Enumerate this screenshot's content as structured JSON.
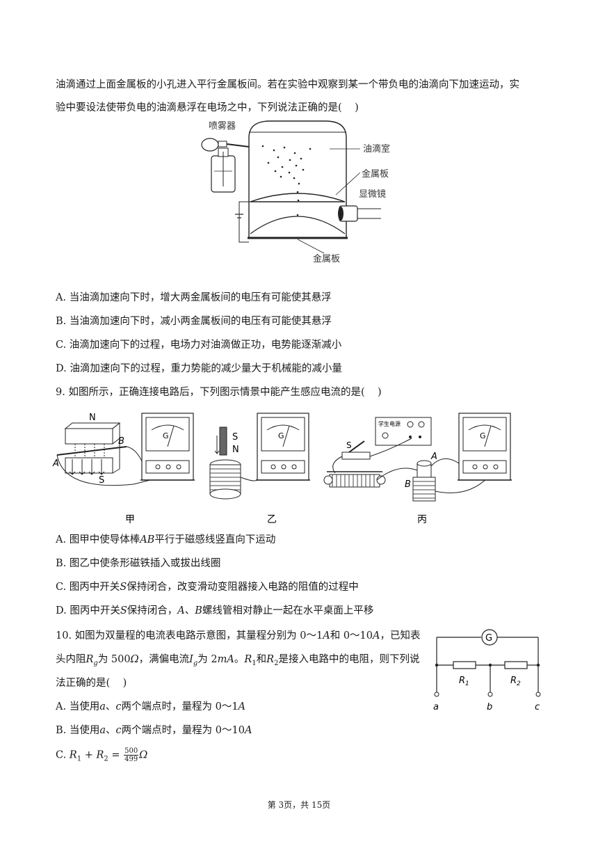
{
  "q8": {
    "stem_line1": "油滴通过上面金属板的小孔进入平行金属板间。若在实验中观察到某一个带负电的油滴向下加速运动，实",
    "stem_line2": "验中要设法使带负电的油滴悬浮在电场之中，下列说法正确的是(    )",
    "figure_labels": {
      "sprayer": "喷雾器",
      "chamber": "油滴室",
      "plate_top": "金属板",
      "microscope": "显微镜",
      "plate_bottom": "金属板"
    },
    "options": [
      "A. 当油滴加速向下时，增大两金属板间的电压有可能使其悬浮",
      "B. 当油滴加速向下时，减小两金属板间的电压有可能使其悬浮",
      "C. 油滴加速向下的过程，电场力对油滴做正功，电势能逐渐减小",
      "D. 油滴加速向下的过程，重力势能的减少量大于机械能的减小量"
    ]
  },
  "q9": {
    "stem": "9. 如图所示，正确连接电路后，下列图示情景中能产生感应电流的是(    )",
    "figure_labels": {
      "jia": "甲",
      "yi": "乙",
      "bing": "丙",
      "N": "N",
      "S": "S",
      "A": "A",
      "B": "B",
      "G": "G",
      "power_supply": "学生电源",
      "switch": "S"
    },
    "optA": {
      "pre": "A. 图甲中使导体棒",
      "var": "AB",
      "post": "平行于磁感线竖直向下运动"
    },
    "optB": "B. 图乙中使条形磁铁插入或拔出线圈",
    "optC": {
      "pre": "C. 图丙中开关",
      "var": "S",
      "post": "保持闭合，改变滑动变阻器接入电路的阻值的过程中"
    },
    "optD": {
      "pre": "D. 图丙中开关",
      "var1": "S",
      "mid1": "保持闭合，",
      "var2": "A",
      "mid2": "、",
      "var3": "B",
      "post": "螺线管相对静止一起在水平桌面上平移"
    }
  },
  "q10": {
    "l1_pre": "10. 如图为双量程的电流表电路示意图，其量程分别为 0～1",
    "l1_A1": "A",
    "l1_mid": "和 0～10",
    "l1_A2": "A",
    "l1_post": "，已知表",
    "l2_pre": "头内阻",
    "l2_R": "R",
    "l2_Rsub": "g",
    "l2_mid": "为 500",
    "l2_ohm": "Ω",
    "l2_mid2": "，满偏电流",
    "l2_I": "I",
    "l2_Isub": "g",
    "l2_mid3": "为 2",
    "l2_mA": "mA",
    "l2_mid4": "。",
    "l2_R1": "R",
    "l2_R1sub": "1",
    "l2_and": "和",
    "l2_R2": "R",
    "l2_R2sub": "2",
    "l2_post": "是接入电路中的电阻，则下列说",
    "l3": "法正确的是(    )",
    "optA": {
      "pre": "A. 当使用",
      "a": "a",
      "sep": "、",
      "c": "c",
      "mid": "两个端点时，量程为 0～1",
      "unit": "A"
    },
    "optB": {
      "pre": "B. 当使用",
      "a": "a",
      "sep": "、",
      "c": "c",
      "mid": "两个端点时，量程为 0～10",
      "unit": "A"
    },
    "optC": {
      "pre": "C. ",
      "R1": "R",
      "R1sub": "1",
      "plus": " + ",
      "R2": "R",
      "R2sub": "2",
      "eq": " = ",
      "num": "500",
      "den": "499",
      "unit": "Ω"
    },
    "figure_labels": {
      "G": "G",
      "R1": "R",
      "R1sub": "1",
      "R2": "R",
      "R2sub": "2",
      "a": "a",
      "b": "b",
      "c": "c"
    }
  },
  "footer": "第 3页，共 15页"
}
